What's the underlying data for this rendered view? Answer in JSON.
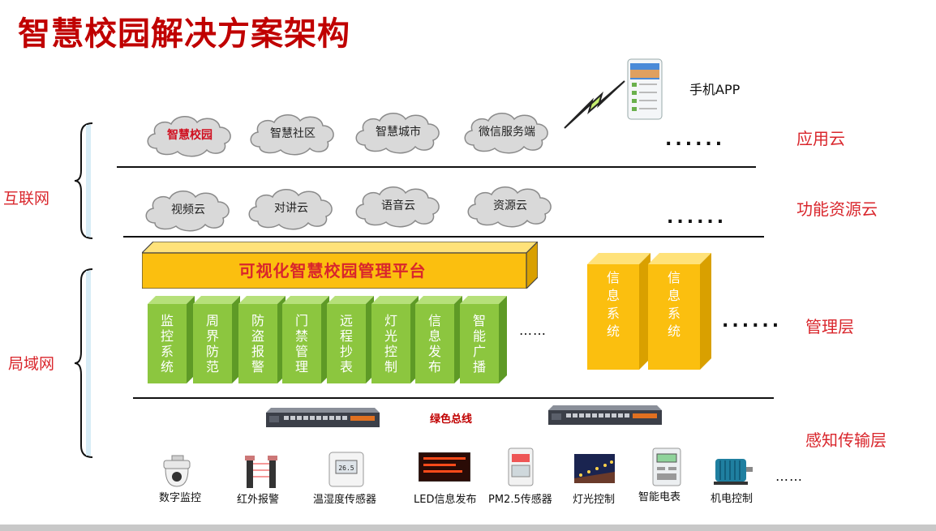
{
  "title": "智慧校园解决方案架构",
  "side_labels": {
    "internet": "互联网",
    "lan": "局域网"
  },
  "layer_labels": {
    "app_cloud": "应用云",
    "function_cloud": "功能资源云",
    "management": "管理层",
    "sensing": "感知传输层"
  },
  "mobile_app": "手机APP",
  "ellipsis_big": "......",
  "ellipsis_small": "……",
  "app_clouds": [
    "智慧校园",
    "智慧社区",
    "智慧城市",
    "微信服务端"
  ],
  "function_clouds": [
    "视频云",
    "对讲云",
    "语音云",
    "资源云"
  ],
  "platform": "可视化智慧校园管理平台",
  "subsystems": [
    [
      "监",
      "控",
      "系",
      "统"
    ],
    [
      "周",
      "界",
      "防",
      "范"
    ],
    [
      "防",
      "盗",
      "报",
      "警"
    ],
    [
      "门",
      "禁",
      "管",
      "理"
    ],
    [
      "远",
      "程",
      "抄",
      "表"
    ],
    [
      "灯",
      "光",
      "控",
      "制"
    ],
    [
      "信",
      "息",
      "发",
      "布"
    ],
    [
      "智",
      "能",
      "广",
      "播"
    ]
  ],
  "info_systems": [
    [
      "信",
      "息",
      "系",
      "统"
    ],
    [
      "信",
      "息",
      "系",
      "统"
    ]
  ],
  "bus": "绿色总线",
  "devices": [
    "数字监控",
    "红外报警",
    "温湿度传感器",
    "LED信息发布",
    "PM2.5传感器",
    "灯光控制",
    "智能电表",
    "机电控制"
  ],
  "colors": {
    "title": "#c00000",
    "label": "#d9262c",
    "green_box": "#8cc63f",
    "yellow_box": "#fbbf0f"
  }
}
